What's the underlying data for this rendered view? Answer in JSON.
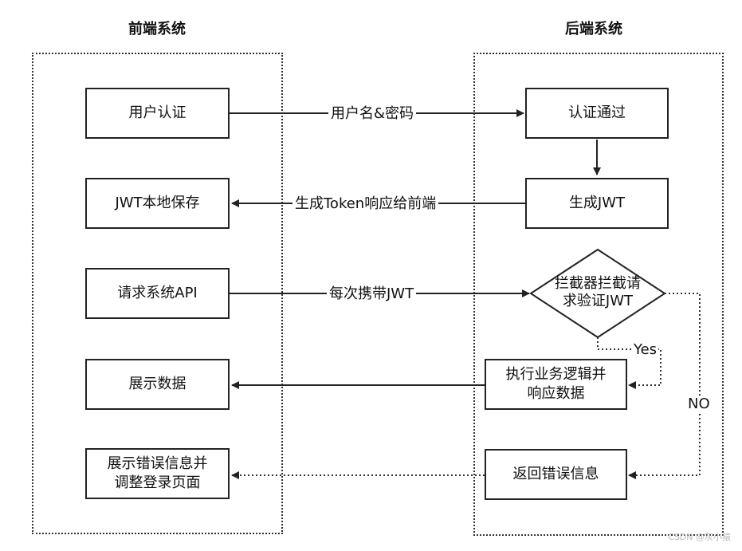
{
  "titles": {
    "frontend": "前端系统",
    "backend": "后端系统"
  },
  "frontend_boxes": {
    "auth": "用户认证",
    "jwt_save": "JWT本地保存",
    "api_request": "请求系统API",
    "show_data": "展示数据",
    "show_error_line1": "展示错误信息并",
    "show_error_line2": "调整登录页面"
  },
  "backend_boxes": {
    "auth_pass": "认证通过",
    "gen_jwt": "生成JWT",
    "interceptor_line1": "拦截器拦截请",
    "interceptor_line2": "求验证JWT",
    "exec_line1": "执行业务逻辑并",
    "exec_line2": "响应数据",
    "return_error": "返回错误信息"
  },
  "edge_labels": {
    "credentials": "用户名&密码",
    "token_response": "生成Token响应给前端",
    "carry_jwt": "每次携带JWT",
    "yes": "Yes",
    "no": "NO"
  },
  "watermark": "CSDN @灰小猿"
}
